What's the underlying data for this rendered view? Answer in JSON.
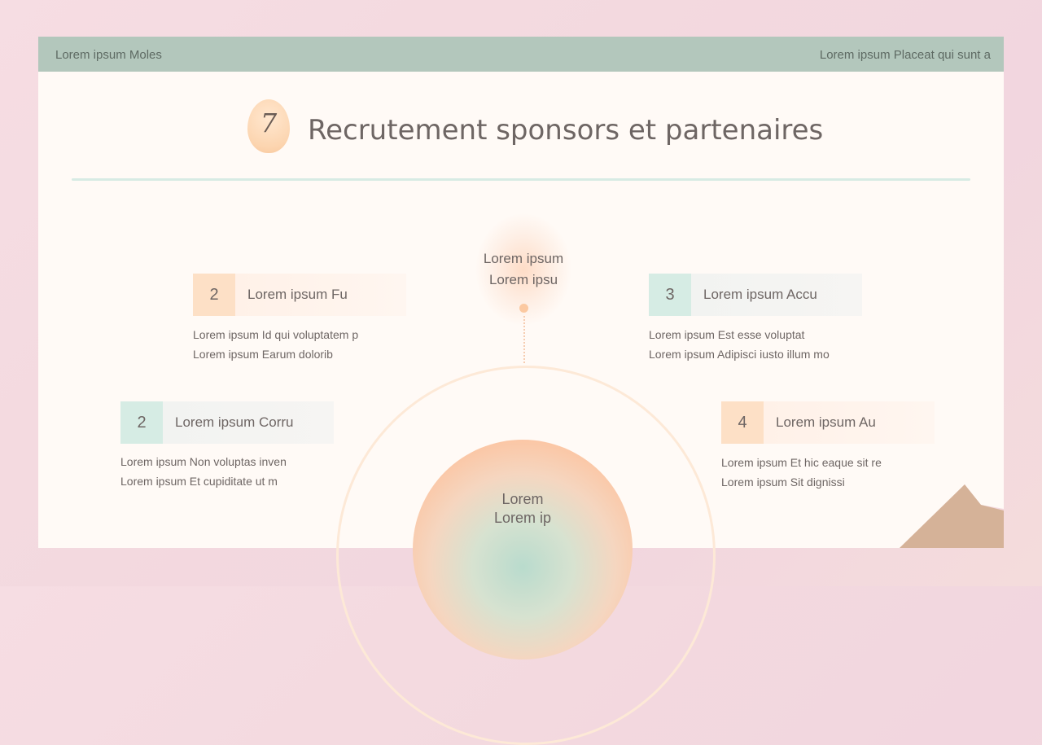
{
  "header": {
    "left_text": "Lorem ipsum Moles",
    "right_text": "Lorem ipsum Placeat qui sunt a"
  },
  "title": {
    "number": "7",
    "text": "Recrutement sponsors et partenaires"
  },
  "center_top": {
    "line1": "Lorem ipsum",
    "line2": "Lorem ipsu"
  },
  "center_bottom": {
    "line1": "Lorem",
    "line2": "Lorem ip"
  },
  "cards": [
    {
      "number": "2",
      "label": "Lorem ipsum Fu",
      "desc1": "Lorem ipsum Id qui voluptatem p",
      "desc2": "Lorem ipsum Earum dolorib"
    },
    {
      "number": "3",
      "label": "Lorem ipsum Accu",
      "desc1": "Lorem ipsum Est esse voluptat",
      "desc2": "Lorem ipsum Adipisci iusto illum mo"
    },
    {
      "number": "2",
      "label": "Lorem ipsum Corru",
      "desc1": "Lorem ipsum Non voluptas inven",
      "desc2": "Lorem ipsum Et cupiditate ut m"
    },
    {
      "number": "4",
      "label": "Lorem ipsum Au",
      "desc1": "Lorem ipsum Et hic eaque sit re",
      "desc2": "Lorem ipsum Sit dignissi"
    }
  ],
  "colors": {
    "header_bg": "#b3c7bc",
    "peach_accent": "#fde0c6",
    "mint_accent": "#d6ece4",
    "text": "#6e6664"
  }
}
